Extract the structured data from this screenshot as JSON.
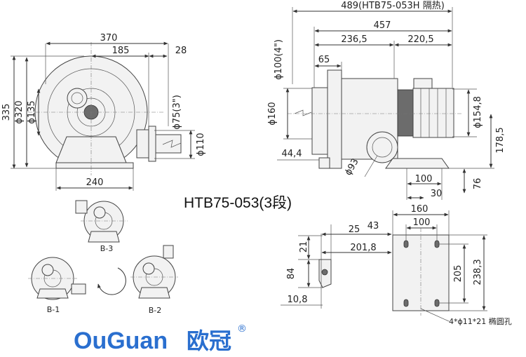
{
  "model_title": "HTB75-053(3段)",
  "logo": {
    "name_en": "OuGuan",
    "name_cn": "欧冠",
    "registered": "®"
  },
  "front_view": {
    "overall_width": "370",
    "half_width": "185",
    "outlet_offset": "28",
    "height": "335",
    "housing_diameter": "ϕ320",
    "inlet_diameter": "ϕ135",
    "outlet_flange": "ϕ75(3\")",
    "outlet_pipe": "ϕ110",
    "base_width": "240"
  },
  "side_view": {
    "total_length_insulated": "489(HTB75-053H 隔热)",
    "total_length": "457",
    "fan_length": "236,5",
    "motor_length": "220,5",
    "inlet_length": "65",
    "inlet_pipe": "ϕ100(4\")",
    "inlet_flange": "ϕ160",
    "inlet_height": "44,4",
    "outlet_diameter": "ϕ93",
    "motor_diameter": "ϕ154,8",
    "center_height": "178,5",
    "foot_width": "100",
    "foot_offset": "30",
    "foot_height": "76"
  },
  "base_view": {
    "width": "160",
    "hole_spacing_x": "100",
    "offset_a": "25",
    "offset_b": "43",
    "offset_c": "201,8",
    "height_a": "21",
    "height_b": "84",
    "bottom": "10,8",
    "hole_spacing_y": "205",
    "depth": "238,3",
    "holes_note": "4*ϕ11*21 椭圆孔"
  },
  "variants": [
    "B-3",
    "B-1",
    "B-2"
  ]
}
